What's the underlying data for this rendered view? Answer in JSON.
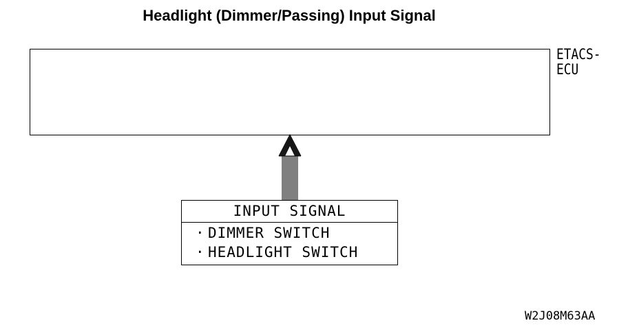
{
  "title": "Headlight (Dimmer/Passing) Input Signal",
  "ecu": {
    "label_line1": "ETACS-",
    "label_line2": "ECU"
  },
  "arrow": {
    "icon": "upward-arrow-icon",
    "direction": "up"
  },
  "input_signal": {
    "heading": "INPUT SIGNAL",
    "items": [
      "DIMMER SWITCH",
      "HEADLIGHT SWITCH"
    ]
  },
  "figure_code": "W2J08M63AA",
  "colors": {
    "line": "#000000",
    "background": "#ffffff"
  }
}
